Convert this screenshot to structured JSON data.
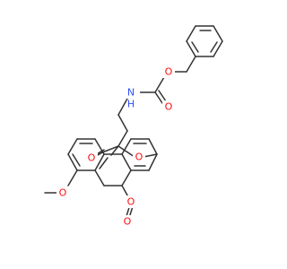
{
  "structure": {
    "atom_labels": {
      "amide_n": "N",
      "amide_h": "H",
      "carbamate_o_ether": "O",
      "carbamate_o_carbonyl": "O",
      "ester_o_carbonyl": "O",
      "ester_o_ether": "O",
      "methoxy_o": "O",
      "ring_o": "O",
      "lactone_o_carbonyl": "O"
    },
    "colors": {
      "bond": "#333333",
      "oxygen": "#ff0d0d",
      "nitrogen": "#3050f8",
      "background": "#ffffff"
    }
  }
}
